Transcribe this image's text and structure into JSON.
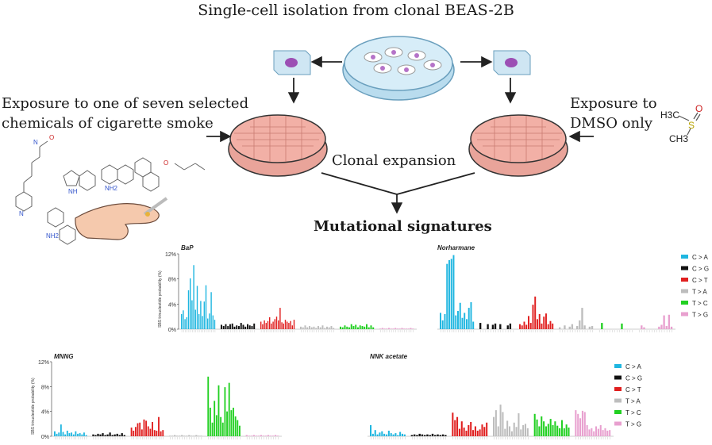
{
  "diagram": {
    "title": "Single-cell isolation from clonal BEAS-2B",
    "left_label_line1": "Exposure to one of seven selected",
    "left_label_line2": "chemicals of cigarette smoke",
    "right_label_line1": "Exposure to",
    "right_label_line2": "DMSO only",
    "dmso_formula_h3c": "H3C",
    "dmso_formula_ch3": "CH3",
    "dmso_formula_s": "S",
    "dmso_formula_o": "O",
    "clonal_label": "Clonal expansion",
    "result_label": "Mutational signatures",
    "structure_labels": [
      "N",
      "O",
      "NH2",
      "NH",
      "N",
      "O",
      "NH2"
    ]
  },
  "colors": {
    "C>A": "#1fb6e0",
    "C>G": "#111111",
    "C>T": "#e01f1f",
    "T>A": "#bdbdbd",
    "T>C": "#22d022",
    "T>G": "#e8a0cf",
    "dish_fill": "#f2b0a6",
    "dish_rim": "#2a2a2a",
    "top_dish": "#c8e4f2",
    "cell": "#b573c8"
  },
  "chart_data": [
    {
      "type": "bar",
      "title": "BaP",
      "ylabel": "SBS trinucleotide probability (%)",
      "ylim": [
        0,
        12
      ],
      "yticks": [
        "0%",
        "4%",
        "8%",
        "12%"
      ],
      "show_legend": true,
      "legend": [
        "C > A",
        "C > G",
        "C > T",
        "T > A",
        "T > C",
        "T > G"
      ],
      "series": [
        {
          "name": "C > A",
          "values": [
            2.4,
            3.0,
            1.6,
            1.9,
            6.2,
            8.1,
            4.6,
            10.2,
            3.1,
            6.9,
            2.4,
            4.5,
            2.1,
            4.4,
            7.0,
            1.7,
            2.5,
            5.9,
            2.2,
            1.5
          ]
        },
        {
          "name": "C > G",
          "values": [
            0.7,
            0.5,
            0.8,
            0.5,
            0.8,
            0.9,
            0.4,
            0.6,
            0.5,
            1.0,
            0.7,
            0.4,
            0.8,
            0.6,
            0.5,
            0.9
          ]
        },
        {
          "name": "C > T",
          "values": [
            1.2,
            0.8,
            1.4,
            1.0,
            1.3,
            1.9,
            0.9,
            1.2,
            1.6,
            2.0,
            1.4,
            3.4,
            1.1,
            0.9,
            1.5,
            1.2,
            1.0,
            1.3,
            0.6,
            1.5
          ]
        },
        {
          "name": "T > A",
          "values": [
            0.4,
            0.3,
            0.6,
            0.3,
            0.5,
            0.3,
            0.4,
            0.2,
            0.5,
            0.3,
            0.6,
            0.2,
            0.4,
            0.3,
            0.5,
            0.2
          ]
        },
        {
          "name": "T > C",
          "values": [
            0.4,
            0.3,
            0.6,
            0.4,
            0.3,
            0.8,
            0.5,
            0.7,
            0.3,
            0.6,
            0.5,
            0.4,
            0.8,
            0.3,
            0.6,
            0.3
          ]
        },
        {
          "name": "T > G",
          "values": [
            0.1,
            0.2,
            0.1,
            0.1,
            0.2,
            0.1,
            0.1,
            0.2,
            0.1,
            0.1,
            0.2,
            0.1,
            0.1,
            0.1,
            0.2,
            0.1
          ]
        }
      ]
    },
    {
      "type": "bar",
      "title": "Norharmane",
      "ylabel": "",
      "ylim": [
        0,
        12
      ],
      "yticks": [],
      "show_legend": false,
      "series": [
        {
          "name": "C > A",
          "values": [
            2.6,
            1.4,
            2.4,
            10.4,
            11.0,
            11.2,
            11.8,
            2.2,
            2.9,
            4.2,
            1.8,
            2.6,
            1.6,
            3.4,
            4.3,
            1.2
          ]
        },
        {
          "name": "C > G",
          "values": [
            1.0,
            0,
            0,
            0.8,
            0,
            0.7,
            0.9,
            0,
            0.8,
            0,
            0,
            0.6,
            0.9,
            0
          ]
        },
        {
          "name": "C > T",
          "values": [
            0.8,
            0.6,
            1.2,
            0.7,
            2.1,
            1.0,
            3.9,
            5.2,
            1.6,
            2.4,
            0.9,
            2.0,
            2.5,
            0.8,
            1.3,
            0.9
          ]
        },
        {
          "name": "T > A",
          "values": [
            0.3,
            0,
            0.6,
            0,
            0.4,
            0.8,
            0,
            0.5,
            1.4,
            3.4,
            0.6,
            0,
            0.4,
            0.5
          ]
        },
        {
          "name": "T > C",
          "values": [
            0,
            1.0,
            0,
            0,
            0,
            0,
            0,
            0,
            0,
            0.9,
            0,
            0,
            0,
            0
          ]
        },
        {
          "name": "T > G",
          "values": [
            0,
            0.6,
            0.3,
            0,
            0,
            0,
            0,
            0,
            0.4,
            0.7,
            2.2,
            0.5,
            2.3,
            0.4
          ]
        }
      ]
    },
    {
      "type": "bar",
      "title": "MNNG",
      "ylabel": "SBS trinucleotide probability (%)",
      "ylim": [
        0,
        12
      ],
      "yticks": [
        "0%",
        "4%",
        "8%",
        "12%"
      ],
      "show_legend": false,
      "series": [
        {
          "name": "C > A",
          "values": [
            0.8,
            0.4,
            0.6,
            1.9,
            0.7,
            0.3,
            0.9,
            0.5,
            0.6,
            0.3,
            0.8,
            0.4,
            0.5,
            0.3,
            0.6,
            0.2
          ]
        },
        {
          "name": "C > G",
          "values": [
            0.3,
            0.2,
            0.4,
            0.3,
            0.5,
            0.2,
            0.3,
            0.6,
            0.2,
            0.3,
            0.4,
            0.2,
            0.5,
            0.2
          ]
        },
        {
          "name": "C > T",
          "values": [
            1.4,
            0.9,
            1.5,
            2.1,
            2.2,
            1.1,
            2.7,
            2.5,
            1.6,
            1.2,
            2.3,
            1.0,
            0.9,
            3.1,
            0.8,
            1.0
          ]
        },
        {
          "name": "T > A",
          "values": [
            0.1,
            0.1,
            0.2,
            0.1,
            0.1,
            0.2,
            0.1,
            0.1,
            0.2,
            0.1,
            0.1,
            0.2,
            0.1,
            0.1
          ]
        },
        {
          "name": "T > C",
          "values": [
            9.6,
            4.6,
            2.2,
            5.7,
            3.4,
            8.2,
            3.1,
            2.2,
            7.9,
            4.0,
            8.6,
            4.2,
            4.6,
            3.2,
            2.6,
            1.7
          ]
        },
        {
          "name": "T > G",
          "values": [
            0.2,
            0.1,
            0.1,
            0.2,
            0.1,
            0.1,
            0.2,
            0.1,
            0.1,
            0.2,
            0.1,
            0.1,
            0.2,
            0.1
          ]
        }
      ]
    },
    {
      "type": "bar",
      "title": "NNK acetate",
      "ylabel": "",
      "ylim": [
        0,
        12
      ],
      "yticks": [],
      "show_legend": true,
      "legend": [
        "C > A",
        "C > G",
        "C > T",
        "T > A",
        "T > C",
        "T > G"
      ],
      "series": [
        {
          "name": "C > A",
          "values": [
            1.8,
            0.4,
            1.0,
            0.3,
            0.6,
            0.8,
            0.4,
            0.3,
            0.9,
            0.5,
            0.3,
            0.5,
            0.2,
            0.7,
            0.4,
            0.3
          ]
        },
        {
          "name": "C > G",
          "values": [
            0.2,
            0.3,
            0.2,
            0.4,
            0.3,
            0.2,
            0.3,
            0.2,
            0.4,
            0.2,
            0.3,
            0.2,
            0.3,
            0.2
          ]
        },
        {
          "name": "C > T",
          "values": [
            3.8,
            2.6,
            3.1,
            1.2,
            2.4,
            1.4,
            0.9,
            1.8,
            2.3,
            1.0,
            1.6,
            0.9,
            1.1,
            1.9,
            1.5,
            2.2
          ]
        },
        {
          "name": "T > A",
          "values": [
            3.1,
            4.2,
            1.6,
            5.1,
            3.9,
            1.2,
            2.5,
            1.6,
            0.8,
            2.2,
            1.5,
            3.7,
            1.1,
            1.8,
            2.0,
            1.3
          ]
        },
        {
          "name": "T > C",
          "values": [
            3.6,
            2.7,
            1.6,
            3.2,
            2.4,
            1.6,
            2.0,
            2.8,
            1.8,
            2.4,
            1.7,
            1.3,
            2.6,
            1.3,
            1.9,
            1.4
          ]
        },
        {
          "name": "T > G",
          "values": [
            4.2,
            3.6,
            2.9,
            4.1,
            3.9,
            1.8,
            1.1,
            1.3,
            0.8,
            1.6,
            1.2,
            1.8,
            1.0,
            1.3,
            0.9,
            1.0
          ]
        }
      ]
    }
  ]
}
